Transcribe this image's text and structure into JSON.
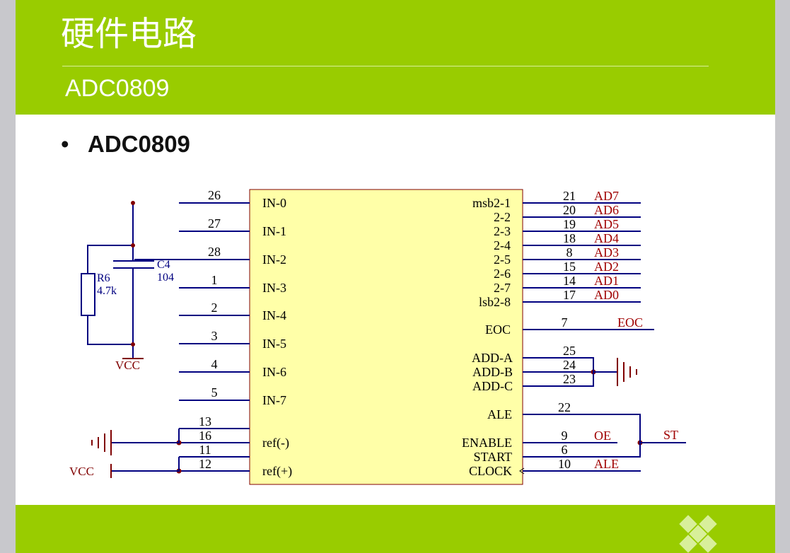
{
  "header": {
    "title": "硬件电路",
    "subtitle": "ADC0809"
  },
  "body": {
    "bullet": "ADC0809"
  },
  "schematic": {
    "chip_left_pins": [
      {
        "num": "26",
        "name": "IN-0"
      },
      {
        "num": "27",
        "name": "IN-1"
      },
      {
        "num": "28",
        "name": "IN-2"
      },
      {
        "num": "1",
        "name": "IN-3"
      },
      {
        "num": "2",
        "name": "IN-4"
      },
      {
        "num": "3",
        "name": "IN-5"
      },
      {
        "num": "4",
        "name": "IN-6"
      },
      {
        "num": "5",
        "name": "IN-7"
      }
    ],
    "ref_pins": [
      {
        "num": "13",
        "name": ""
      },
      {
        "num": "16",
        "name": "ref(-)"
      },
      {
        "num": "11",
        "name": ""
      },
      {
        "num": "12",
        "name": "ref(+)"
      }
    ],
    "data_pins": [
      {
        "name": "msb2-1",
        "num": "21",
        "net": "AD7"
      },
      {
        "name": "2-2",
        "num": "20",
        "net": "AD6"
      },
      {
        "name": "2-3",
        "num": "19",
        "net": "AD5"
      },
      {
        "name": "2-4",
        "num": "18",
        "net": "AD4"
      },
      {
        "name": "2-5",
        "num": "8",
        "net": "AD3"
      },
      {
        "name": "2-6",
        "num": "15",
        "net": "AD2"
      },
      {
        "name": "2-7",
        "num": "14",
        "net": "AD1"
      },
      {
        "name": "lsb2-8",
        "num": "17",
        "net": "AD0"
      }
    ],
    "eoc": {
      "name": "EOC",
      "num": "7",
      "net": "EOC"
    },
    "addr_pins": [
      {
        "name": "ADD-A",
        "num": "25"
      },
      {
        "name": "ADD-B",
        "num": "24"
      },
      {
        "name": "ADD-C",
        "num": "23"
      }
    ],
    "ctrl": {
      "ale": {
        "name": "ALE",
        "num": "22"
      },
      "enable": {
        "name": "ENABLE",
        "num": "9",
        "net": "OE"
      },
      "start": {
        "name": "START",
        "num": "6"
      },
      "clock": {
        "name": "CLOCK",
        "num": "10",
        "net": "ALE"
      },
      "st_net": "ST"
    },
    "components": {
      "r_ref": "R6",
      "r_val": "4.7k",
      "c_ref": "C4",
      "c_val": "104",
      "vcc_top": "VCC",
      "vcc_bottom": "VCC"
    },
    "colors": {
      "wire": "#000080",
      "power": "#800000",
      "chip_fill": "#ffffa8",
      "net_label": "#a00000"
    }
  }
}
